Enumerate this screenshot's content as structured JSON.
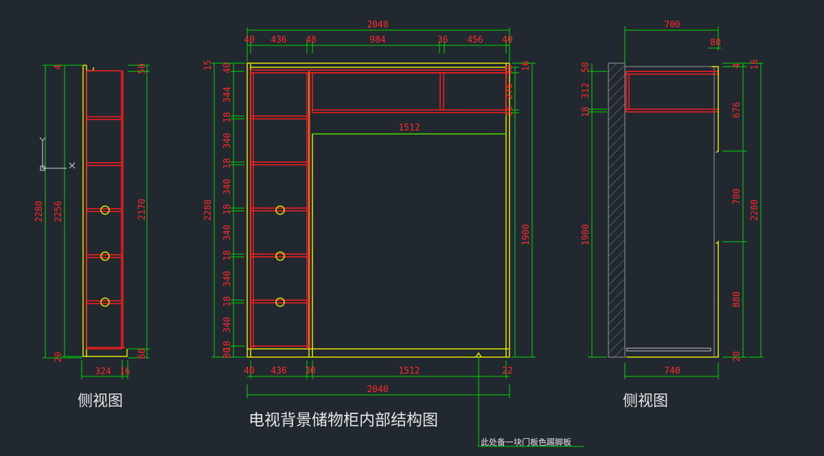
{
  "titles": {
    "left_view": "侧视图",
    "right_view": "侧视图",
    "main_view": "电视背景储物柜内部结构图",
    "note": "此处备一块门板色踢脚板"
  },
  "colors": {
    "background": "#212830",
    "cabinet_outline": "#e8e800",
    "shelf": "#ff1e1e",
    "dimension_line": "#00dd00",
    "dimension_text": "#ff2a2a",
    "label_text": "#e6e6e6",
    "wall": "#9a9a9a"
  },
  "dims": {
    "main_top_total": "2040",
    "main_top_segments": [
      "40",
      "436",
      "48",
      "984",
      "36",
      "456",
      "40"
    ],
    "main_bottom_segments": [
      "40",
      "436",
      "30",
      "1512",
      "22"
    ],
    "main_bottom_total": "2040",
    "main_inner_width": "1512",
    "main_left_total": "2280",
    "main_left_segments": [
      "15",
      "40",
      "344",
      "18",
      "340",
      "18",
      "340",
      "18",
      "340",
      "18",
      "340",
      "18",
      "340",
      "18",
      "80"
    ],
    "main_right_segments": [
      "40",
      "276",
      "36",
      "1900"
    ],
    "main_right_top": "16",
    "left_view_outer": "2280",
    "left_view_inner": "2256",
    "left_view_top": "4",
    "left_view_bottom": "20",
    "left_view_right_top": "50",
    "left_view_right_mid": "2170",
    "left_view_right_bottom": "60",
    "left_view_width": "324",
    "left_view_width_side": "16",
    "right_view_top": "700",
    "right_view_top_small": "80",
    "right_view_left_top": "50",
    "right_view_left_a": "312",
    "right_view_left_b": "18",
    "right_view_left_main": "1900",
    "right_view_right_segments": [
      "4",
      "676",
      "700",
      "880",
      "20"
    ],
    "right_view_right_top": "16",
    "right_view_right_total": "2280",
    "right_view_bottom": "740"
  },
  "ucs": {
    "y": "Y",
    "x": "X"
  }
}
